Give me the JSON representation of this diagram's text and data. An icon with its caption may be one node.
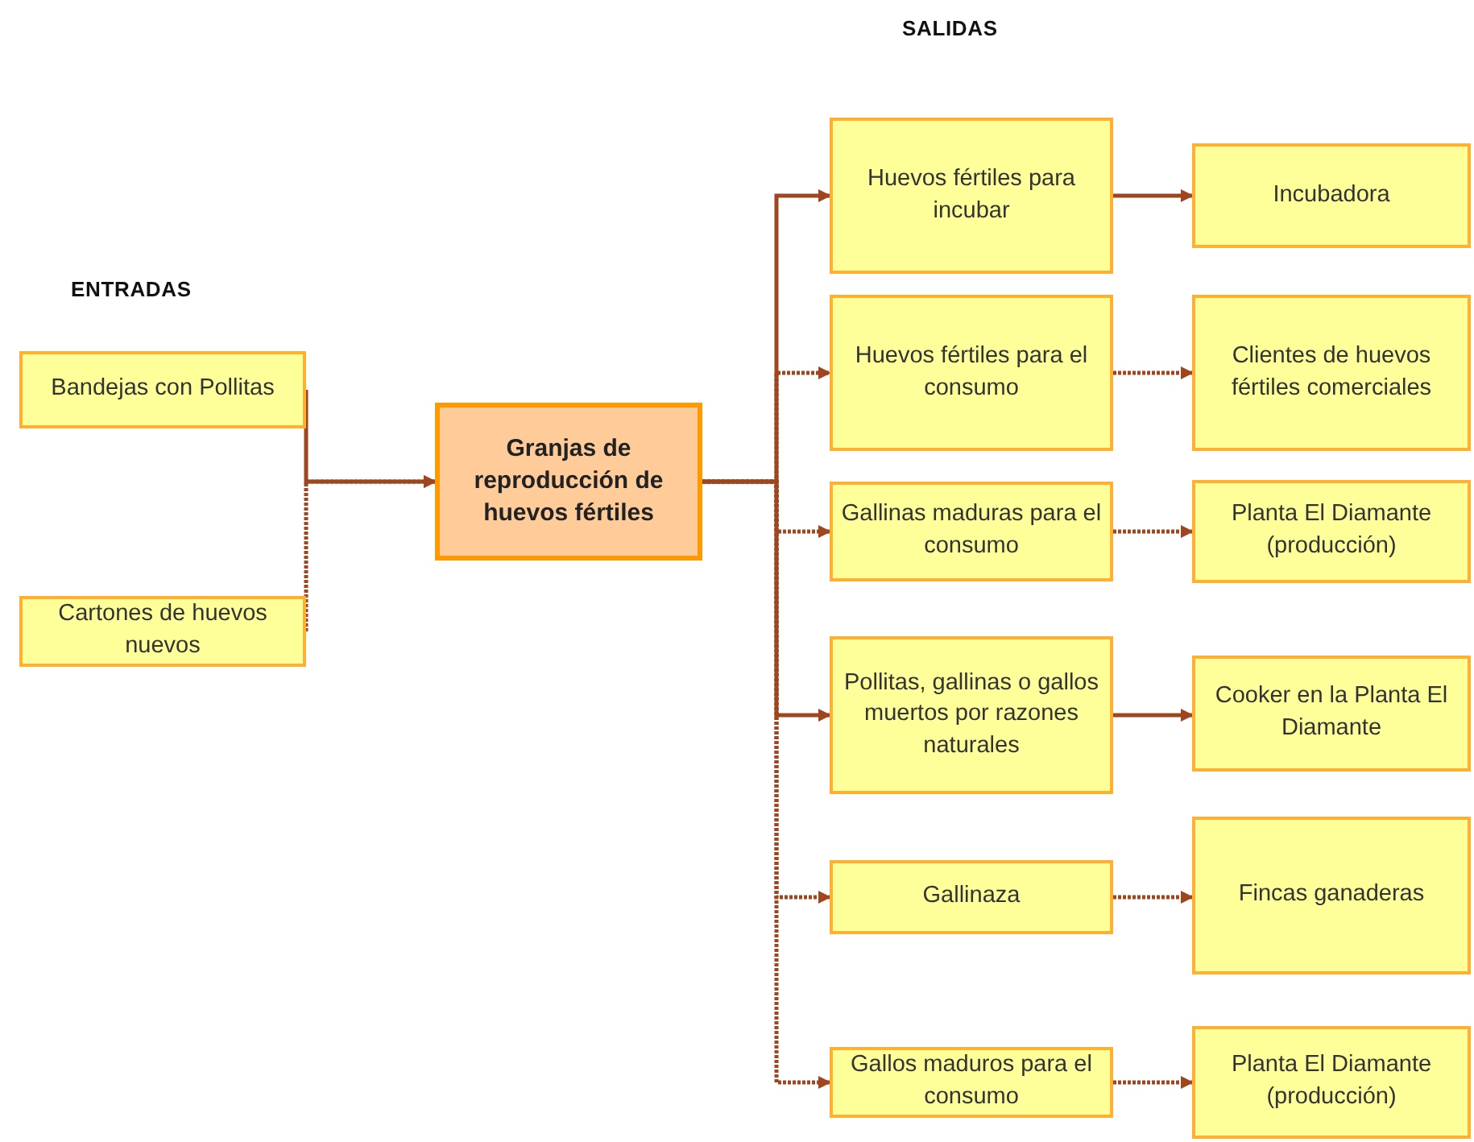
{
  "diagram": {
    "nodes": [
      {
        "text": [
          "Bandejas con Pollitas"
        ]
      },
      {
        "text": [
          "Cartones de huevos nuevos"
        ]
      },
      {
        "text": [
          "Granjas de reproducción de huevos fértiles"
        ]
      },
      {
        "text": [
          "Huevos fértiles para incubar"
        ]
      },
      {
        "text": [
          "Incubadora"
        ]
      },
      {
        "text": [
          "Huevos fértiles para el consumo"
        ]
      },
      {
        "text": [
          "Clientes de huevos fértiles comerciales"
        ]
      },
      {
        "text": [
          "Gallinas maduras para el consumo"
        ]
      },
      {
        "text": [
          "Planta El Diamante (producción)"
        ]
      },
      {
        "text": [
          "Pollitas, gallinas o gallos muertos por razones naturales"
        ]
      },
      {
        "text": [
          "Cooker en la Planta El Diamante"
        ]
      },
      {
        "text": [
          "Gallinaza"
        ]
      },
      {
        "text": [
          "Fincas ganaderas"
        ]
      },
      {
        "text": [
          "Gallos maduros para el consumo"
        ]
      },
      {
        "text": [
          "Planta El Diamante (producción)"
        ]
      }
    ],
    "edges": [
      {
        "from": 0,
        "to": 2,
        "arrow": "to"
      },
      {
        "from": 1,
        "to": 2,
        "arrow": "to",
        "style": "dashed"
      },
      {
        "from": 2,
        "to": 3,
        "arrow": "to"
      },
      {
        "from": 2,
        "to": 5,
        "arrow": "to",
        "style": "dashed"
      },
      {
        "from": 2,
        "to": 7,
        "arrow": "to",
        "style": "dashed"
      },
      {
        "from": 2,
        "to": 9,
        "arrow": "to"
      },
      {
        "from": 2,
        "to": 11,
        "arrow": "to",
        "style": "dashed"
      },
      {
        "from": 2,
        "to": 13,
        "arrow": "to",
        "style": "dashed"
      },
      {
        "from": 3,
        "to": 4,
        "arrow": "to"
      },
      {
        "from": 5,
        "to": 6,
        "arrow": "to",
        "style": "dashed"
      },
      {
        "from": 7,
        "to": 8,
        "arrow": "to",
        "style": "dashed"
      },
      {
        "from": 9,
        "to": 10,
        "arrow": "to"
      },
      {
        "from": 11,
        "to": 12,
        "arrow": "to",
        "style": "dashed"
      },
      {
        "from": 13,
        "to": 14,
        "arrow": "to",
        "style": "dashed"
      }
    ],
    "labels": [
      "SALIDAS",
      "ENTRADAS"
    ]
  }
}
